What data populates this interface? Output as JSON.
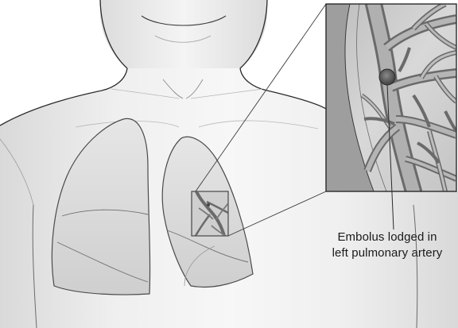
{
  "annotation": {
    "line1": "Embolus lodged in",
    "line2": "left pulmonary artery"
  },
  "colors": {
    "outline": "#2a2a2a",
    "skin_light": "#f4f4f4",
    "skin_mid": "#e2e2e2",
    "lung_fill": "#d6d6d6",
    "vessel_fill": "#9a9a9a",
    "embolus": "#555555"
  },
  "icons": {
    "embolus_marker": "dark-circle"
  }
}
